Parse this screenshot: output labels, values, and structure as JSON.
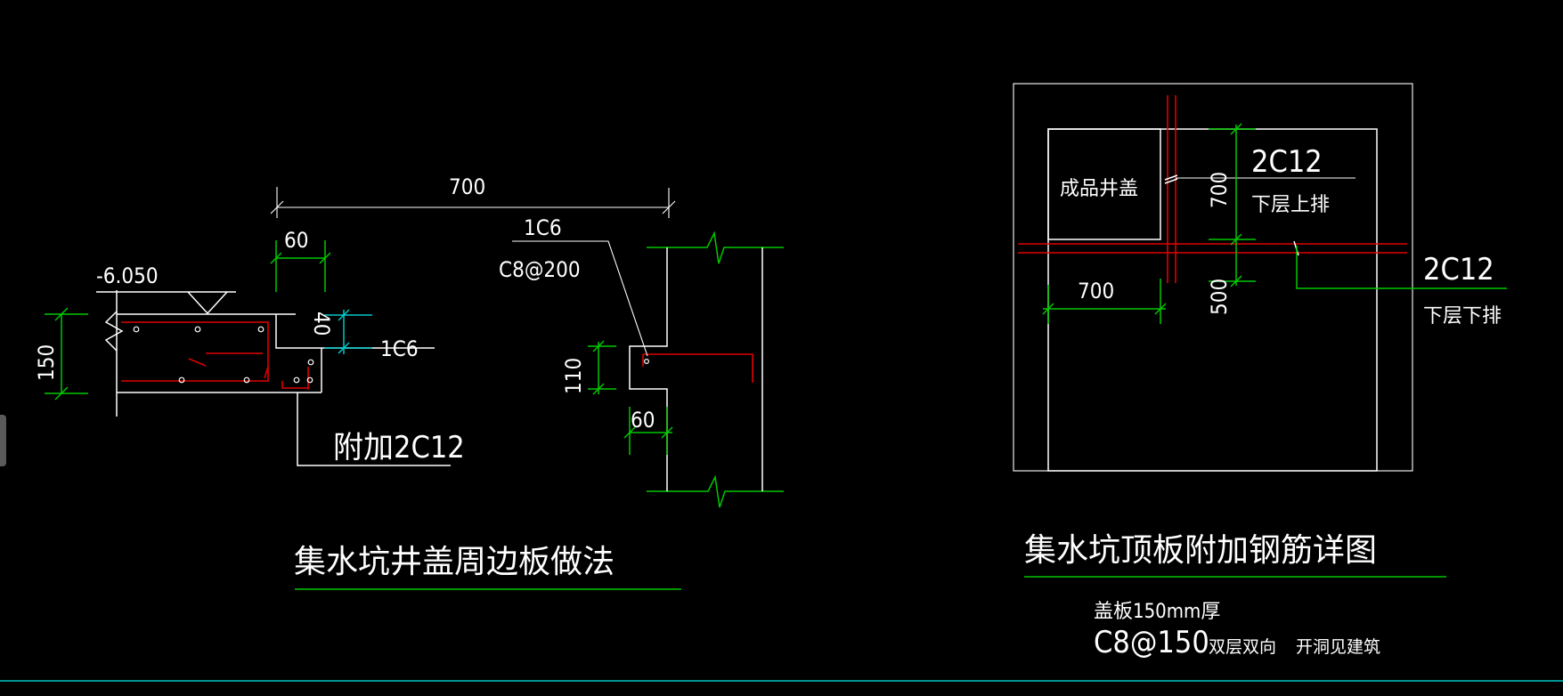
{
  "left_detail": {
    "title": "集水坑井盖周边板做法",
    "dim_700": "700",
    "dim_60_top": "60",
    "elevation": "-6.050",
    "dim_40": "40",
    "dim_150": "150",
    "bar_1c6_a": "1C6",
    "bar_1c6_b": "1C6",
    "bar_c8_200": "C8@200",
    "extra_bar": "附加2C12",
    "dim_110": "110",
    "dim_60_bottom": "60"
  },
  "right_detail": {
    "title": "集水坑顶板附加钢筋详图",
    "cover_label": "成品井盖",
    "bar_top": "2C12",
    "bar_top_desc": "下层上排",
    "bar_right": "2C12",
    "bar_right_desc": "下层下排",
    "dim_700_v": "700",
    "dim_500_v": "500",
    "dim_700_h": "700",
    "note_thickness": "盖板150mm厚",
    "note_rebar": "C8@150",
    "note_layers": "双层双向",
    "note_opening": "开洞见建筑"
  },
  "colors": {
    "background": "#000000",
    "line": "#ffffff",
    "dimension": "#00c800",
    "rebar": "#e00000",
    "cyan": "#00c8c8"
  }
}
